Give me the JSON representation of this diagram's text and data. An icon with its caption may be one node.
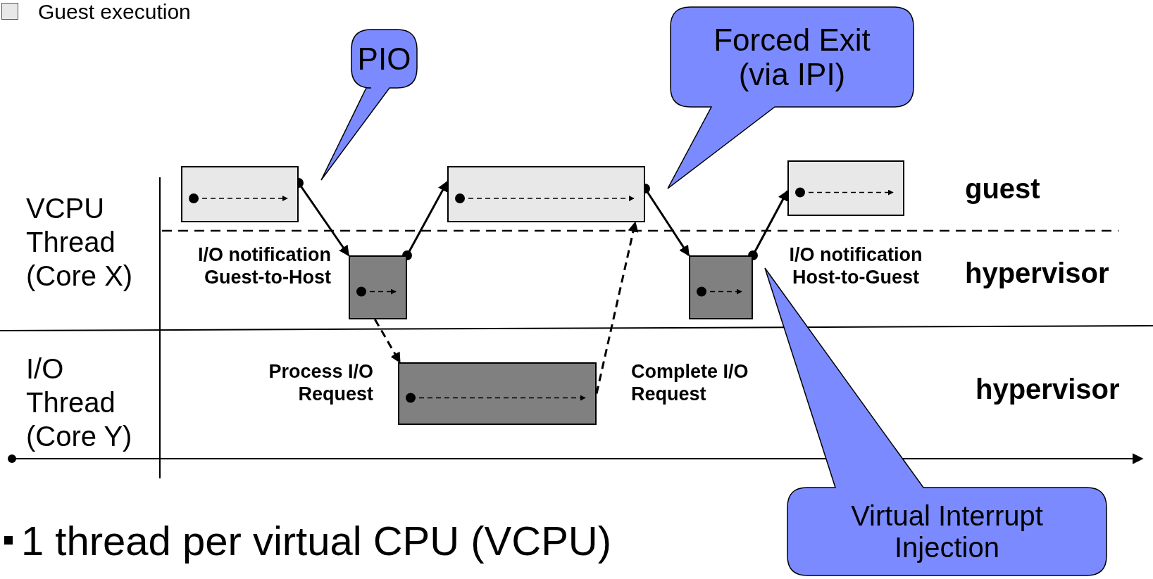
{
  "diagram": {
    "nodes": [
      {
        "text": [
          "PIO"
        ]
      },
      {
        "text": [
          "Forced Exit (via IPI)"
        ]
      },
      {
        "text": [],
        "shape": "box"
      },
      {
        "text": [],
        "shape": "box"
      },
      {
        "text": [],
        "shape": "box"
      },
      {
        "text": [],
        "shape": "box"
      },
      {
        "text": [],
        "shape": "box"
      },
      {
        "text": [],
        "shape": "box"
      },
      {
        "text": [
          "Virtual Interrupt Injection"
        ]
      }
    ],
    "edges": [
      {
        "from": 2,
        "to": 5,
        "arrow": "to"
      },
      {
        "from": 5,
        "to": 3,
        "arrow": "to"
      },
      {
        "from": 5,
        "to": 7,
        "arrow": "to",
        "style": "dashed"
      },
      {
        "from": 7,
        "to": 3,
        "arrow": "to",
        "style": "dashed"
      },
      {
        "from": 3,
        "to": 6,
        "arrow": "to"
      },
      {
        "from": 6,
        "to": 4,
        "arrow": "to"
      }
    ],
    "labels": [
      "guest",
      "VCPU Thread (Core X)",
      "I/O notification Guest-to-Host",
      "I/O notification Host-to-Guest",
      "hypervisor",
      "I/O Thread (Core Y)",
      "Process I/O Request",
      "Complete I/O Request",
      "hypervisor",
      "1 thread per virtual CPU (VCPU)"
    ],
    "legend": [
      {
        "text": "Guest execution",
        "color": "#e8e8e8"
      }
    ]
  }
}
